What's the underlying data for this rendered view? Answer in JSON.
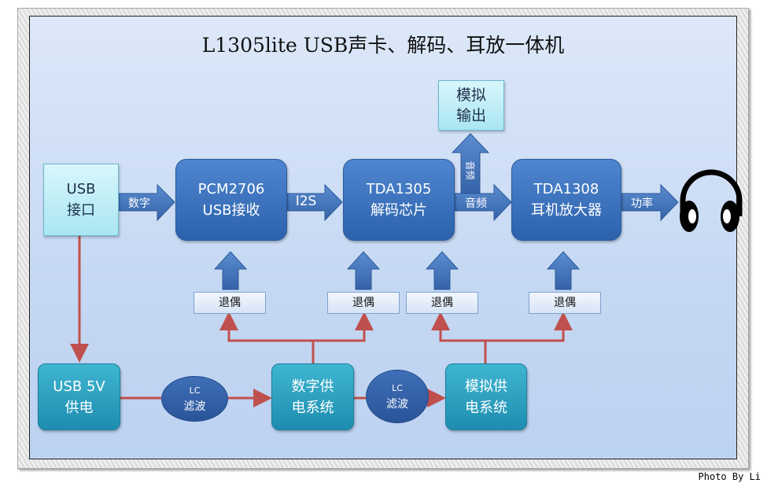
{
  "title": "L1305lite USB声卡、解码、耳放一体机",
  "blocks": {
    "usb": [
      "USB",
      "接口"
    ],
    "pcm": [
      "PCM2706",
      "USB接收"
    ],
    "tda1305": [
      "TDA1305",
      "解码芯片"
    ],
    "tda1308": [
      "TDA1308",
      "耳机放大器"
    ],
    "analog_out": [
      "模拟",
      "输出"
    ],
    "usb5v": [
      "USB 5V",
      "供电"
    ],
    "digital_supply": [
      "数字供",
      "电系统"
    ],
    "analog_supply": [
      "模拟供",
      "电系统"
    ],
    "lc": [
      "LC",
      "滤波"
    ]
  },
  "arrows": {
    "digital": "数字",
    "i2s": "I2S",
    "audio": "音频",
    "audio_up": "音频",
    "power": "功率"
  },
  "decoupling": "退偶",
  "credit": "Photo By Li",
  "colors": {
    "block": "#3a72c0",
    "supply": "#2aa0c0",
    "wire": "#c0504d",
    "arrow": "#3d6fb2"
  }
}
